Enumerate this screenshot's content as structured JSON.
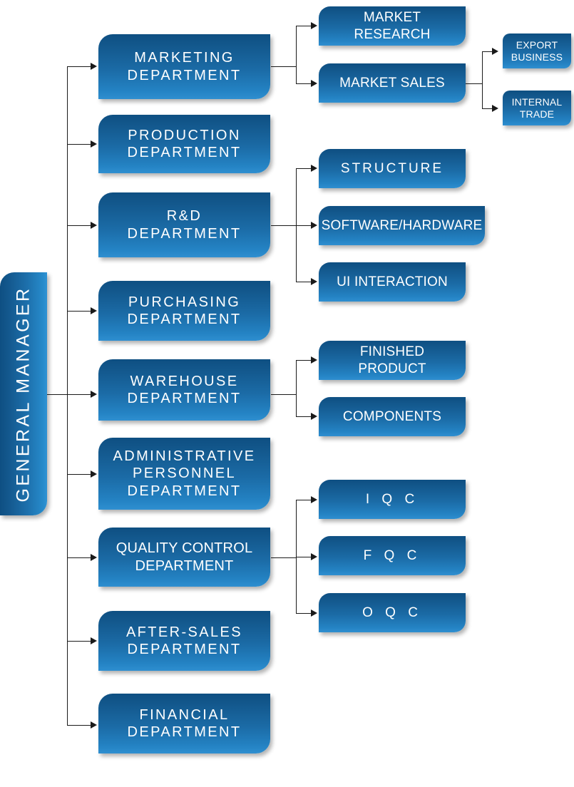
{
  "root": {
    "label": "GENERAL MANAGER"
  },
  "departments": [
    {
      "label": "MARKETING\nDEPARTMENT",
      "name": "marketing-department"
    },
    {
      "label": "PRODUCTION\nDEPARTMENT",
      "name": "production-department"
    },
    {
      "label": "R&D\nDEPARTMENT",
      "name": "rnd-department"
    },
    {
      "label": "PURCHASING\nDEPARTMENT",
      "name": "purchasing-department"
    },
    {
      "label": "WAREHOUSE\nDEPARTMENT",
      "name": "warehouse-department"
    },
    {
      "label": "ADMINISTRATIVE\nPERSONNEL\nDEPARTMENT",
      "name": "administrative-personnel-department"
    },
    {
      "label": "QUALITY CONTROL\nDEPARTMENT",
      "name": "quality-control-department"
    },
    {
      "label": "AFTER-SALES\nDEPARTMENT",
      "name": "after-sales-department"
    },
    {
      "label": "FINANCIAL\nDEPARTMENT",
      "name": "financial-department"
    }
  ],
  "marketing_children": [
    {
      "label": "MARKET RESEARCH"
    },
    {
      "label": "MARKET SALES"
    }
  ],
  "market_sales_children": [
    {
      "label": "EXPORT\nBUSINESS"
    },
    {
      "label": "INTERNAL\nTRADE"
    }
  ],
  "rnd_children": [
    {
      "label": "STRUCTURE"
    },
    {
      "label": "SOFTWARE/HARDWARE"
    },
    {
      "label": "UI INTERACTION"
    }
  ],
  "warehouse_children": [
    {
      "label": "FINISHED PRODUCT"
    },
    {
      "label": "COMPONENTS"
    }
  ],
  "quality_children": [
    {
      "label": "I  Q  C"
    },
    {
      "label": "F  Q  C"
    },
    {
      "label": "O  Q  C"
    }
  ],
  "colors": {
    "box_gradient_dark": "#0e4f82",
    "box_gradient_light": "#2f93d4",
    "text": "#ffffff",
    "connector": "#1a1a1a",
    "background": "#ffffff"
  }
}
